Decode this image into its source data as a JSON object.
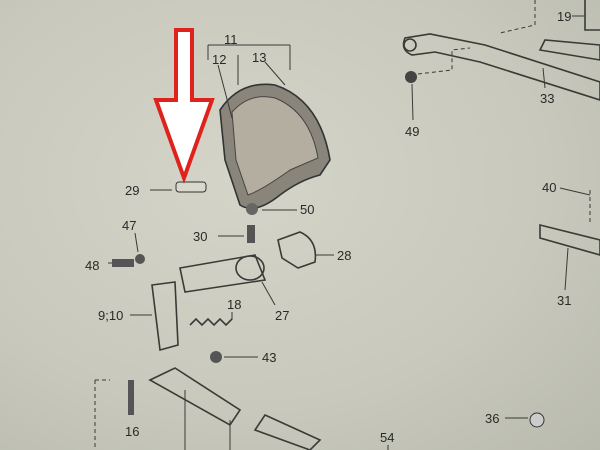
{
  "labels": {
    "l11": "11",
    "l12": "12",
    "l13": "13",
    "l19": "19",
    "l33": "33",
    "l49": "49",
    "l29": "29",
    "l50": "50",
    "l40": "40",
    "l47": "47",
    "l30": "30",
    "l28": "28",
    "l48": "48",
    "l910": "9;10",
    "l18": "18",
    "l27": "27",
    "l31": "31",
    "l43": "43",
    "l16": "16",
    "l36": "36",
    "l54": "54"
  },
  "annotation": {
    "arrow_color": "#e0221c",
    "arrow_direction": "down",
    "points_to": "29"
  }
}
